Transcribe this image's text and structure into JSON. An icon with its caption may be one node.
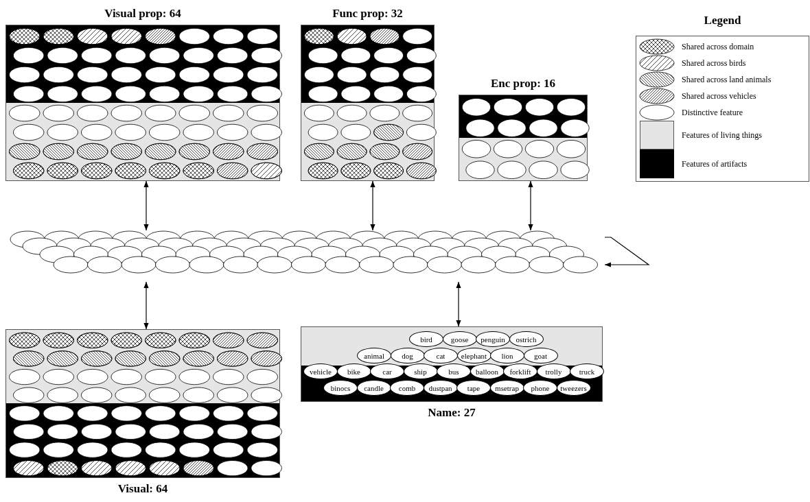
{
  "diagram": {
    "nodes": [
      {
        "text": [
          "Visual prop: 64"
        ]
      },
      {
        "text": [
          "Func prop: 32"
        ]
      },
      {
        "text": [
          "Enc prop: 16"
        ]
      },
      {
        "text": [],
        "shape": "picture"
      },
      {
        "text": [
          "Visual: 64"
        ]
      },
      {
        "text": [
          "Name: 27"
        ]
      },
      {
        "text": [
          "bird"
        ],
        "in": 5
      },
      {
        "text": [
          "goose"
        ],
        "in": 5
      },
      {
        "text": [
          "penguin"
        ],
        "in": 5
      },
      {
        "text": [
          "ostrich"
        ],
        "in": 5
      },
      {
        "text": [
          "animal"
        ],
        "in": 5
      },
      {
        "text": [
          "dog"
        ],
        "in": 5
      },
      {
        "text": [
          "cat"
        ],
        "in": 5
      },
      {
        "text": [
          "elephant"
        ],
        "in": 5
      },
      {
        "text": [
          "lion"
        ],
        "in": 5
      },
      {
        "text": [
          "goat"
        ],
        "in": 5
      },
      {
        "text": [
          "vehicle"
        ],
        "in": 5
      },
      {
        "text": [
          "bike"
        ],
        "in": 5
      },
      {
        "text": [
          "car"
        ],
        "in": 5
      },
      {
        "text": [
          "ship"
        ],
        "in": 5
      },
      {
        "text": [
          "bus"
        ],
        "in": 5
      },
      {
        "text": [
          "balloon"
        ],
        "in": 5
      },
      {
        "text": [
          "forklift"
        ],
        "in": 5
      },
      {
        "text": [
          "trolly"
        ],
        "in": 5
      },
      {
        "text": [
          "truck"
        ],
        "in": 5
      },
      {
        "text": [
          "binocs"
        ],
        "in": 5
      },
      {
        "text": [
          "candle"
        ],
        "in": 5
      },
      {
        "text": [
          "comb"
        ],
        "in": 5
      },
      {
        "text": [
          "dustpan"
        ],
        "in": 5
      },
      {
        "text": [
          "tape"
        ],
        "in": 5
      },
      {
        "text": [
          "msetrap"
        ],
        "in": 5
      },
      {
        "text": [
          "phone"
        ],
        "in": 5
      },
      {
        "text": [
          "tweezers"
        ],
        "in": 5
      }
    ],
    "edges": [
      {
        "from": 0,
        "to": 3,
        "arrow": "both"
      },
      {
        "from": 1,
        "to": 3,
        "arrow": "both"
      },
      {
        "from": 2,
        "to": 3,
        "arrow": "both"
      },
      {
        "from": 3,
        "to": 4,
        "arrow": "both"
      },
      {
        "from": 3,
        "to": 5,
        "arrow": "both"
      },
      {
        "from": 3,
        "to": 3,
        "arrow": "to"
      }
    ],
    "labels": [
      "Legend"
    ],
    "legend": [
      {
        "text": "Shared across domain"
      },
      {
        "text": "Shared across birds"
      },
      {
        "text": "Shared across land animals"
      },
      {
        "text": "Shared across vehicles"
      },
      {
        "text": "Distinctive feature"
      },
      {
        "text": "Features of living things",
        "color": "#e5e5e5"
      },
      {
        "text": "Features of artifacts",
        "color": "#000000"
      }
    ]
  }
}
